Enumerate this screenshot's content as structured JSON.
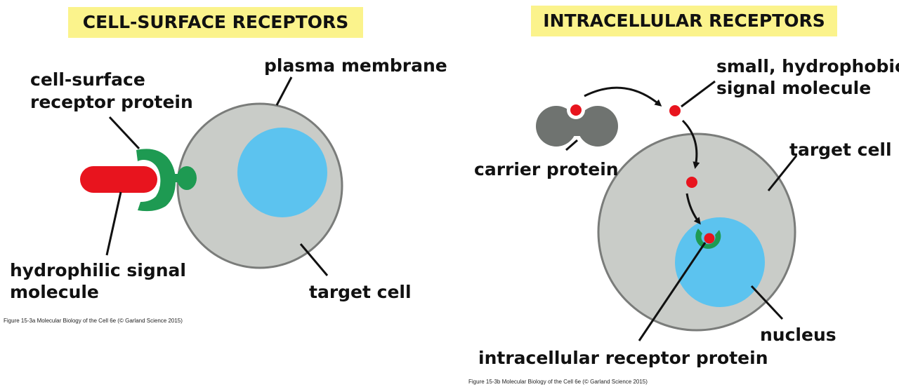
{
  "panels": {
    "left": {
      "title": "CELL-SURFACE RECEPTORS",
      "labels": {
        "receptor_line1": "cell-surface",
        "receptor_line2": "receptor protein",
        "membrane": "plasma membrane",
        "signal_line1": "hydrophilic signal",
        "signal_line2": "molecule",
        "target": "target cell"
      },
      "caption": "Figure 15-3a  Molecular Biology of the Cell 6e (© Garland Science 2015)"
    },
    "right": {
      "title": "INTRACELLULAR RECEPTORS",
      "labels": {
        "signal_line1": "small, hydrophobic",
        "signal_line2": "signal molecule",
        "carrier": "carrier protein",
        "target": "target cell",
        "nucleus": "nucleus",
        "receptor": "intracellular receptor protein"
      },
      "caption": "Figure 15-3b  Molecular Biology of the Cell 6e (© Garland Science 2015)"
    }
  },
  "colors": {
    "banner": "#fbf38c",
    "cell_fill": "#c9ccc8",
    "cell_stroke": "#7a7c7a",
    "nucleus": "#5cc3ef",
    "receptor_green": "#1e9a52",
    "signal_red": "#e8141e",
    "carrier_gray": "#6f7370"
  }
}
